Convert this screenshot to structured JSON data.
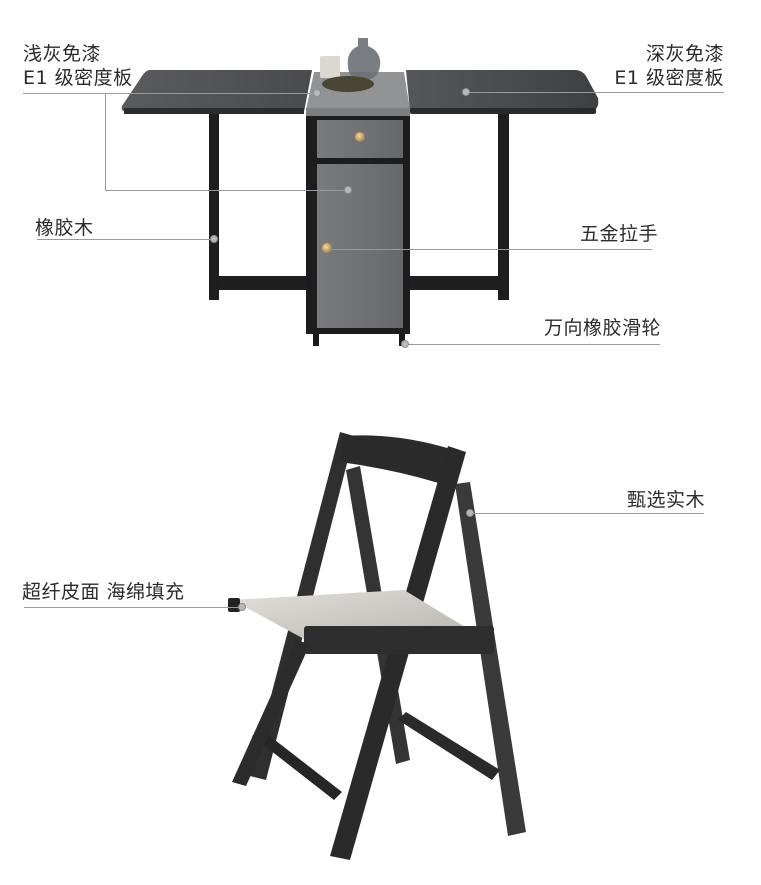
{
  "table_section": {
    "callouts": [
      {
        "id": "light-gray-top",
        "lines": [
          "浅灰免漆",
          "E1 级密度板"
        ]
      },
      {
        "id": "dark-gray-top",
        "lines": [
          "深灰免漆",
          "E1 级密度板"
        ]
      },
      {
        "id": "rubberwood",
        "lines": [
          "橡胶木"
        ]
      },
      {
        "id": "hardware-handle",
        "lines": [
          "五金拉手"
        ]
      },
      {
        "id": "casters",
        "lines": [
          "万向橡胶滑轮"
        ]
      }
    ]
  },
  "chair_section": {
    "callouts": [
      {
        "id": "solid-wood",
        "lines": [
          "甄选实木"
        ]
      },
      {
        "id": "seat",
        "lines": [
          "超纤皮面 海绵填充"
        ]
      }
    ]
  },
  "colors": {
    "table_top_dark": "#4a4b4d",
    "table_center_light": "#8f9092",
    "cabinet_gray": "#6e6f71",
    "frame_black": "#1e1e1e",
    "chair_frame": "#2e2e2e",
    "seat_light": "#d3d0cb",
    "leader_line": "#9a9a9a",
    "handle_brass": "#c9a86a"
  }
}
